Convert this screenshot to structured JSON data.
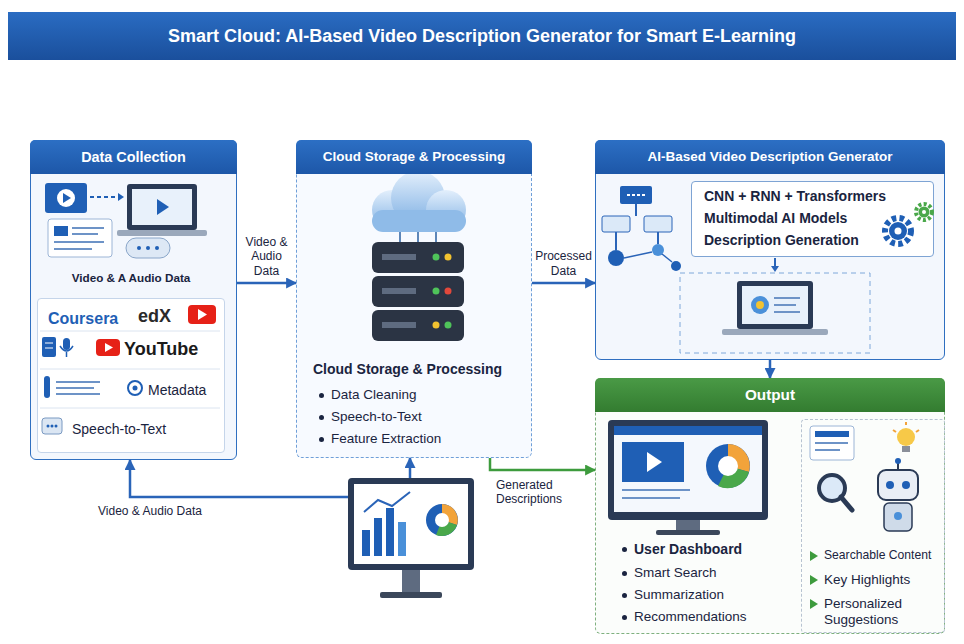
{
  "diagram": {
    "title": "Smart Cloud: AI-Based Video Description Generator for Smart E-Learning",
    "nodes": [
      {
        "text": [
          "Data Collection",
          "Video & A Audio Data"
        ]
      },
      {
        "text": [
          "Coursera",
          "edX",
          "YouTube",
          "Metadata",
          "Speech-to-Text"
        ],
        "in": 0
      },
      {
        "text": [
          "Cloud Storage & Processing",
          "Cloud Storage & Processing",
          "Data Cleaning",
          "Speech-to-Text",
          "Feature Extraction"
        ]
      },
      {
        "text": [
          "AI-Based Video Description Generator"
        ]
      },
      {
        "text": [
          "CNN + RNN + Transformers",
          "Multimodal AI Models",
          "Description Generation"
        ],
        "in": 3
      },
      {
        "text": [
          "Output",
          "User Dashboard",
          "Smart Search",
          "Summarization",
          "Recommendations"
        ]
      },
      {
        "text": [
          "Searchable Content",
          "Key Highlights",
          "Personalized Suggestions"
        ],
        "in": 5
      }
    ],
    "edges": [
      {
        "from": 0,
        "to": 2,
        "arrow": "to",
        "label": "Video & Audio Data"
      },
      {
        "from": 2,
        "to": 3,
        "arrow": "to",
        "label": "Processed Data"
      },
      {
        "from": 3,
        "to": 5,
        "arrow": "to"
      },
      {
        "from": 0,
        "to": 2,
        "arrow": "both",
        "label": "Video & Audio Data"
      },
      {
        "from": 2,
        "to": 5,
        "arrow": "to",
        "label": "Generated Descriptions"
      }
    ]
  }
}
